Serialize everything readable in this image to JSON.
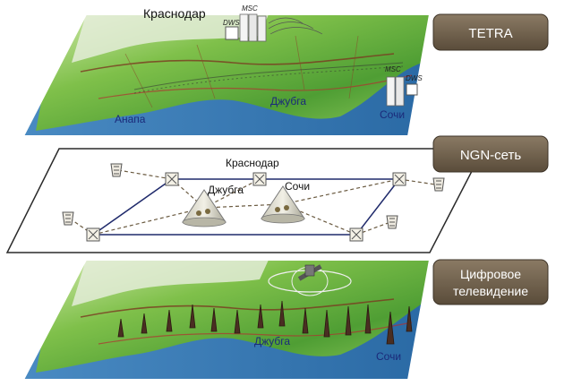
{
  "layers": {
    "tetra": {
      "badge": "TETRA",
      "cities": {
        "krasnodar": "Краснодар",
        "anapa": "Анапа",
        "dzhubga": "Джубга",
        "sochi": "Сочи"
      },
      "nodes": {
        "dws_left": "DWS",
        "msc_left": "MSC",
        "msc_right": "MSC",
        "dws_right": "DWS"
      }
    },
    "ngn": {
      "badge": "NGN-сеть",
      "cities": {
        "krasnodar": "Краснодар",
        "dzhubga": "Джубга",
        "sochi": "Сочи"
      }
    },
    "tv": {
      "badge_line1": "Цифровое",
      "badge_line2": "телевидение",
      "cities": {
        "dzhubga": "Джубга",
        "sochi": "Сочи"
      }
    }
  },
  "colors": {
    "sea": "#2f6fa8",
    "land": "#5fae3a",
    "land_light": "#a8d66a",
    "badge": "#6e5f4c",
    "link_solid": "#1f2a6b",
    "link_dashed": "#6a5a40",
    "city_label": "#1b2a7a"
  }
}
